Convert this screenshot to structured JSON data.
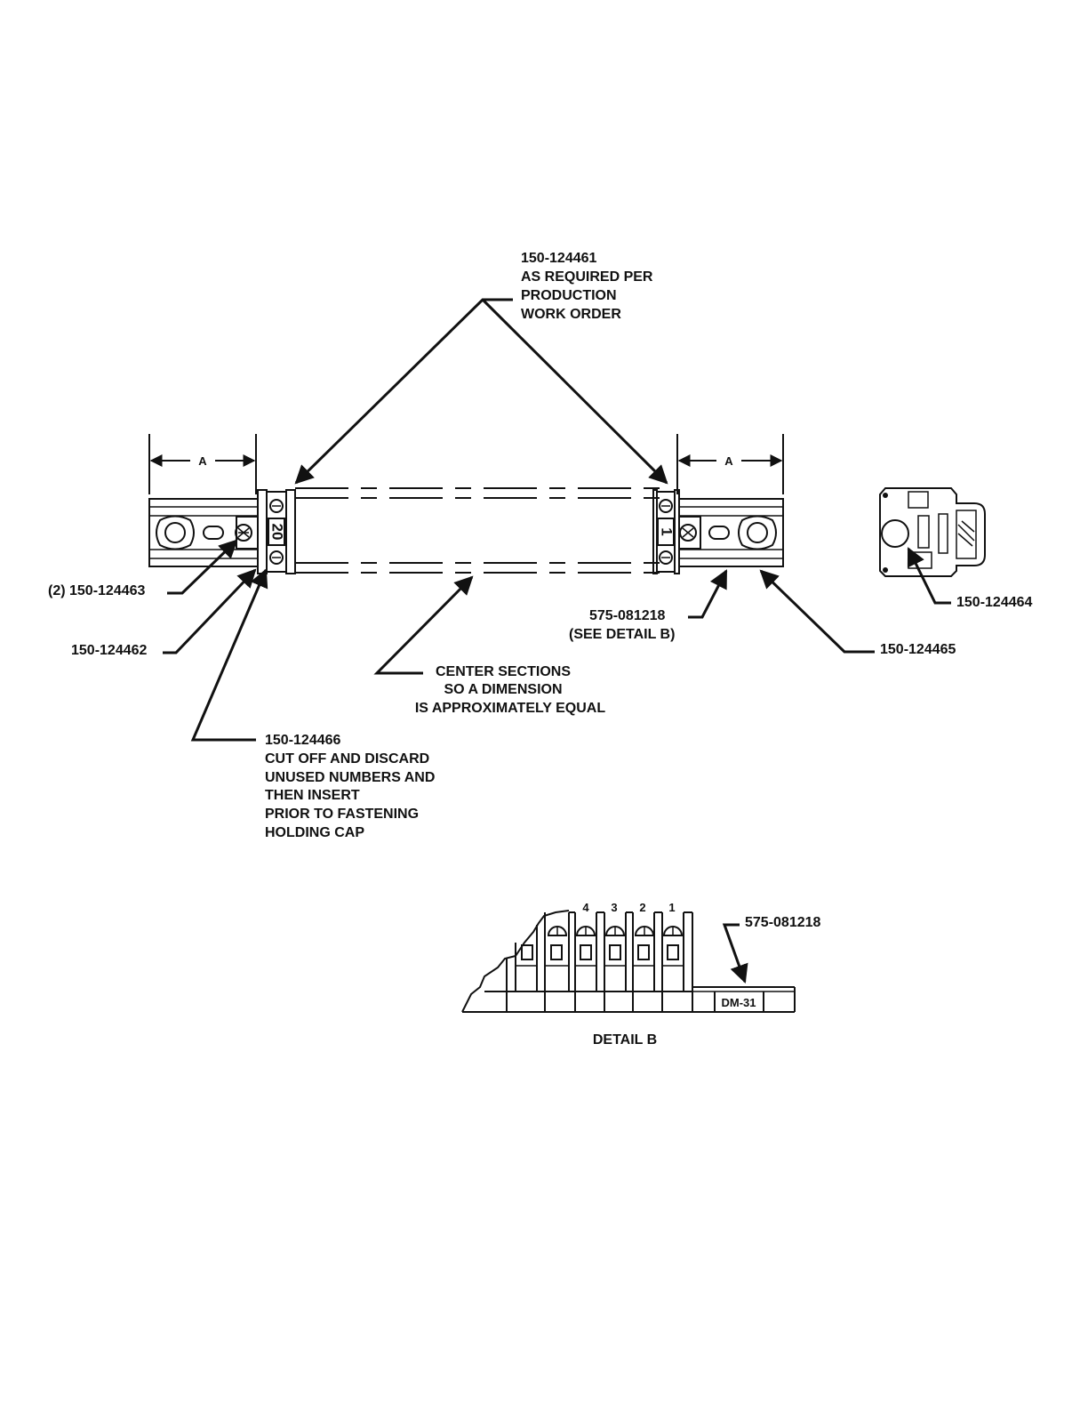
{
  "callouts": {
    "rail_part": [
      "150-124461",
      "AS REQUIRED PER",
      "PRODUCTION",
      "WORK ORDER"
    ],
    "end_stop": "(2)  150-124463",
    "end_block": "150-124462",
    "marker_strip": [
      "150-124466",
      "CUT OFF AND DISCARD",
      "UNUSED NUMBERS AND",
      "THEN INSERT",
      "PRIOR TO FASTENING",
      "HOLDING CAP"
    ],
    "center_sections": [
      "CENTER SECTIONS",
      "SO A DIMENSION",
      "IS APPROXIMATELY EQUAL"
    ],
    "terminal_block": [
      "575-081218",
      "(SEE DETAIL B)"
    ],
    "rail": "150-124465",
    "end_view": "150-124464"
  },
  "dimensions": {
    "left": "A",
    "right": "A"
  },
  "terminal_numbers": {
    "left": "20",
    "right": "1"
  },
  "detail_b": {
    "numbers": [
      "4",
      "3",
      "2",
      "1"
    ],
    "part": "575-081218",
    "tag": "DM-31",
    "title": "DETAIL B"
  },
  "colors": {
    "ink": "#111111",
    "paper": "#ffffff"
  }
}
